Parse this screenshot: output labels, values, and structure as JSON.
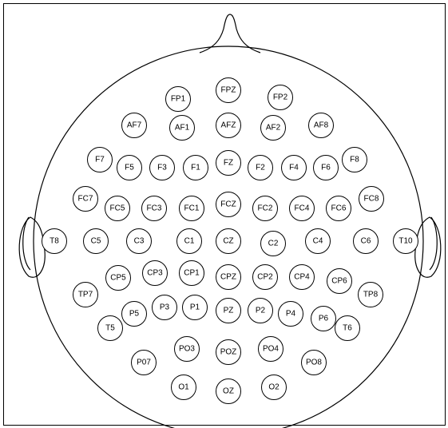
{
  "diagram": {
    "electrodes": [
      "FP1",
      "FPZ",
      "FP2",
      "AF7",
      "AF1",
      "AFZ",
      "AF2",
      "AF8",
      "F7",
      "F5",
      "F3",
      "F1",
      "FZ",
      "F2",
      "F4",
      "F6",
      "F8",
      "FC7",
      "FC5",
      "FC3",
      "FC1",
      "FCZ",
      "FC2",
      "FC4",
      "FC6",
      "FC8",
      "T8",
      "C5",
      "C3",
      "C1",
      "CZ",
      "C2",
      "C4",
      "C6",
      "T10",
      "CP5",
      "CP3",
      "CP1",
      "CPZ",
      "CP2",
      "CP4",
      "CP6",
      "TP7",
      "TP8",
      "P5",
      "P3",
      "P1",
      "PZ",
      "P2",
      "P4",
      "P6",
      "T5",
      "T6",
      "P07",
      "PO3",
      "POZ",
      "PO4",
      "PO8",
      "O1",
      "OZ",
      "O2"
    ]
  }
}
